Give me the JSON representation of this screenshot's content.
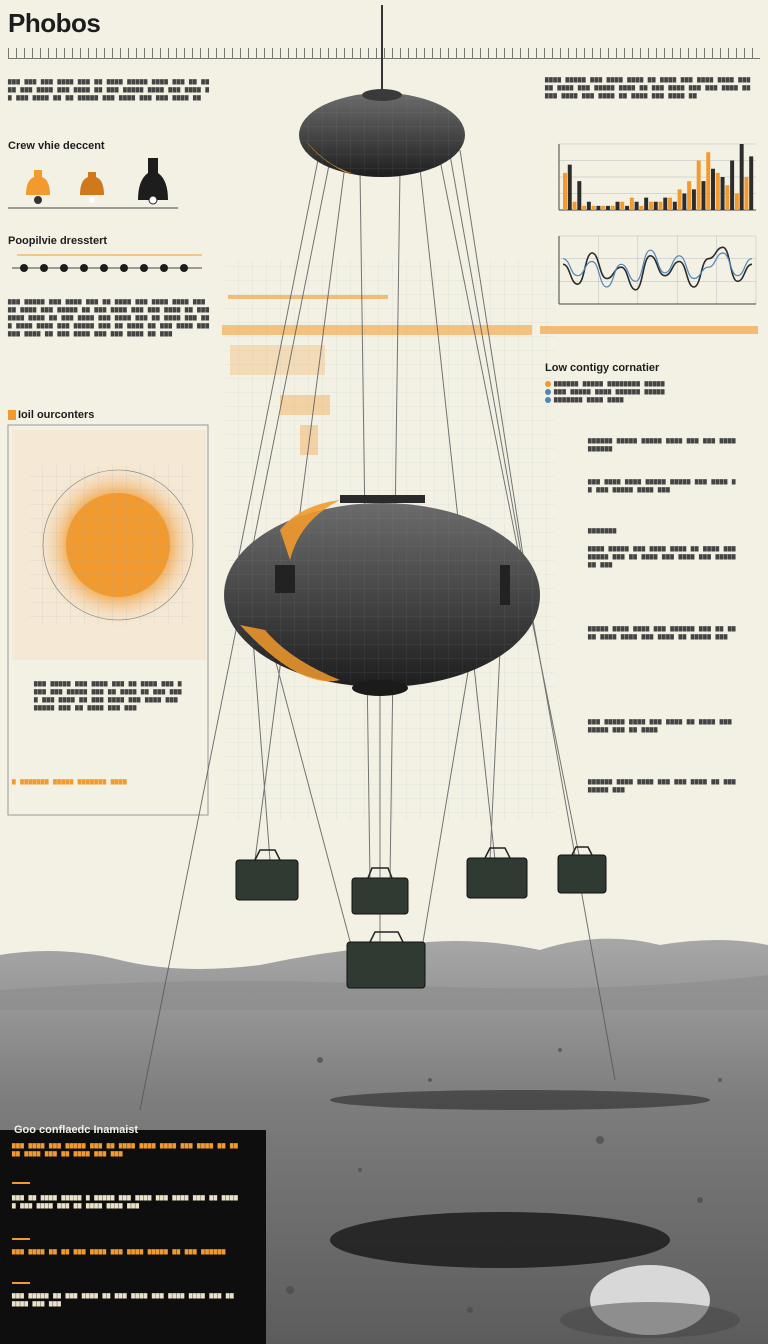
{
  "header": {
    "title": "Phobos"
  },
  "sections": {
    "crew_descent": {
      "title": "Crew vhie deccent"
    },
    "propulsive": {
      "title": "Poopilvie dresstert"
    },
    "landing_centers": {
      "title": "Ioil ourconters"
    },
    "low_gravity": {
      "title": "Low contigy cornatier"
    },
    "bottom_panel": {
      "title": "Goo conflaedc Inamaist"
    }
  },
  "colors": {
    "accent": "#f29a2e",
    "line_blue": "#4d87b8",
    "dark": "#2c2c2c",
    "paper": "#f3f0e4",
    "regolith": "#8f8f8f"
  },
  "icons": {
    "descent_capsule": "capsule-icon",
    "timeline_dot": "dot-icon",
    "cargo_module": "cargo-pod-icon"
  },
  "chart_data": [
    {
      "type": "bar",
      "series": [
        {
          "values": [
            9,
            2,
            1,
            1,
            1,
            1,
            2,
            3,
            1,
            2,
            2,
            3,
            5,
            7,
            12,
            14,
            9,
            6,
            4,
            8
          ]
        },
        {
          "values": [
            11,
            7,
            2,
            1,
            1,
            2,
            1,
            2,
            3,
            2,
            3,
            2,
            4,
            5,
            7,
            10,
            8,
            12,
            16,
            13
          ]
        }
      ]
    },
    {
      "type": "line",
      "series": [
        {
          "values": [
            0.2,
            -0.5,
            0.6,
            -0.3,
            0.1,
            -0.7,
            0.5,
            -0.2,
            0.3,
            -0.6,
            0.4,
            0.8,
            -0.4,
            0.2
          ]
        },
        {
          "values": [
            0.4,
            -0.2,
            0.3,
            -0.6,
            0.2,
            -0.4,
            0.7,
            -0.1,
            0.5,
            -0.3,
            0.1,
            0.6,
            -0.2,
            0.4
          ]
        }
      ]
    }
  ]
}
